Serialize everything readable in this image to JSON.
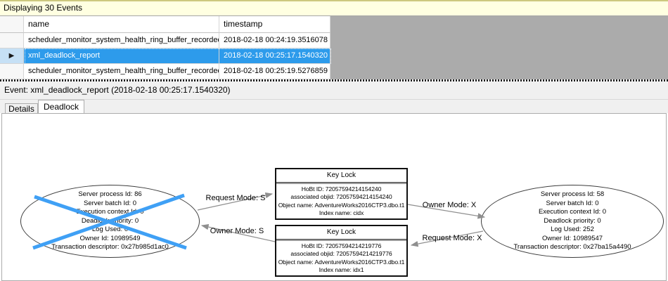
{
  "infobar": {
    "text": "Displaying 30 Events"
  },
  "grid": {
    "columns": {
      "name": "name",
      "timestamp": "timestamp"
    },
    "rows": [
      {
        "name": "scheduler_monitor_system_health_ring_buffer_recorded",
        "timestamp": "2018-02-18 00:24:19.3516078",
        "selected": false
      },
      {
        "name": "xml_deadlock_report",
        "timestamp": "2018-02-18 00:25:17.1540320",
        "selected": true
      },
      {
        "name": "scheduler_monitor_system_health_ring_buffer_recorded",
        "timestamp": "2018-02-18 00:25:19.5276859",
        "selected": false
      }
    ]
  },
  "icons": {
    "current_row_arrow": "▶"
  },
  "event_bar": {
    "text": "Event: xml_deadlock_report (2018-02-18 00:25:17.1540320)"
  },
  "tabs": {
    "details": "Details",
    "deadlock": "Deadlock",
    "active": "Deadlock"
  },
  "graph": {
    "process_left": {
      "victim": true,
      "lines": [
        "Server process Id: 86",
        "Server batch Id: 0",
        "Execution context Id: 0",
        "Deadlock priority: 0",
        "Log Used: 0",
        "Owner Id: 10989549",
        "Transaction descriptor: 0x27b985d1ac0"
      ]
    },
    "process_right": {
      "victim": false,
      "lines": [
        "Server process Id: 58",
        "Server batch Id: 0",
        "Execution context Id: 0",
        "Deadlock priority: 0",
        "Log Used: 252",
        "Owner Id: 10989547",
        "Transaction descriptor: 0x27ba15a4490"
      ]
    },
    "resource_top": {
      "title": "Key Lock",
      "lines": [
        "HoBt ID: 72057594214154240",
        "associated objid: 72057594214154240",
        "Object name: AdventureWorks2016CTP3.dbo.t1",
        "Index name: cidx"
      ]
    },
    "resource_bottom": {
      "title": "Key Lock",
      "lines": [
        "HoBt ID: 72057594214219776",
        "associated objid: 72057594214219776",
        "Object name: AdventureWorks2016CTP3.dbo.t1",
        "Index name: idx1"
      ]
    },
    "edges": {
      "request_s": "Request Mode: S",
      "owner_s": "Owner Mode: S",
      "owner_x": "Owner Mode: X",
      "request_x": "Request Mode: X"
    }
  },
  "colors": {
    "selection_blue": "#2D9BEB",
    "victim_x_blue": "#3FA0F5",
    "infobar_yellow": "#FFFFE1",
    "grid_empty_gray": "#ABABAB",
    "arrow_gray": "#8F8F8F"
  }
}
